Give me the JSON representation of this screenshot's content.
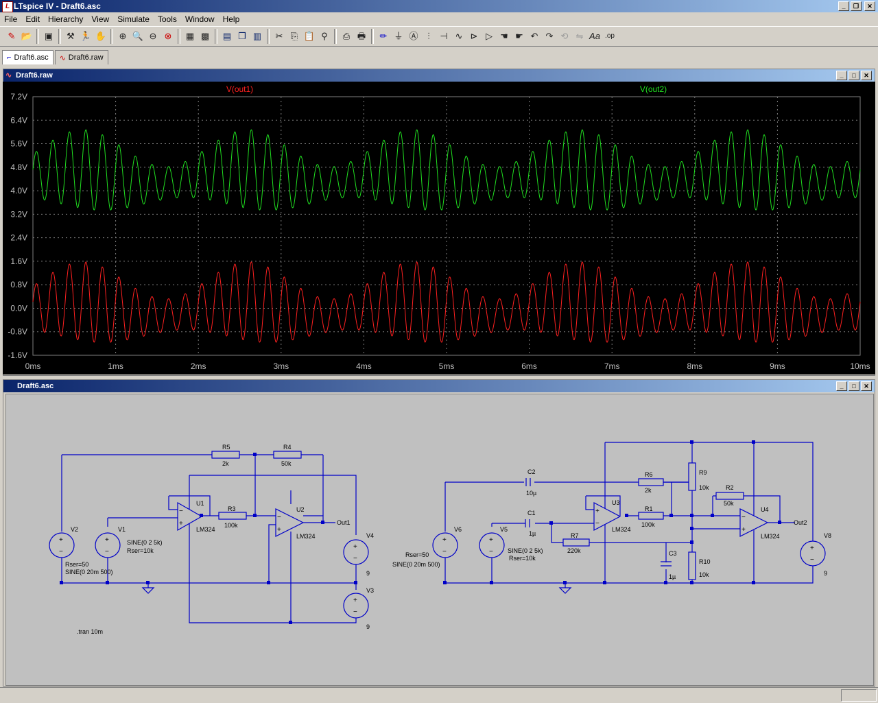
{
  "app": {
    "title": "LTspice IV - Draft6.asc"
  },
  "menu": [
    "File",
    "Edit",
    "Hierarchy",
    "View",
    "Simulate",
    "Tools",
    "Window",
    "Help"
  ],
  "toolbar_icons": [
    "new-schematic-icon",
    "open-icon",
    "save-icon",
    "control-panel-icon",
    "run-icon",
    "pan-icon",
    "zoom-in-icon",
    "zoom-rect-icon",
    "zoom-out-icon",
    "zoom-full-icon",
    "autoscale-icon",
    "grid-icon",
    "tile-horizontal-icon",
    "cascade-icon",
    "tile-icon",
    "cut-icon",
    "copy-icon",
    "paste-icon",
    "find-icon",
    "print-preview-icon",
    "print-icon",
    "wire-icon",
    "ground-icon",
    "label-icon",
    "resistor-icon",
    "capacitor-icon",
    "inductor-icon",
    "diode-icon",
    "component-icon",
    "move-icon",
    "drag-icon",
    "undo-icon",
    "redo-icon",
    "rotate-icon",
    "mirror-icon",
    "text-icon",
    "spice-directive-icon"
  ],
  "tabs": [
    {
      "label": "Draft6.asc",
      "icon": "schematic-icon"
    },
    {
      "label": "Draft6.raw",
      "icon": "waveform-icon"
    }
  ],
  "plot_window": {
    "title": "Draft6.raw"
  },
  "schematic_window": {
    "title": "Draft6.asc"
  },
  "chart_data": {
    "type": "line",
    "background": "#000000",
    "grid": true,
    "xlabel": "",
    "ylabel": "",
    "xlim": [
      0,
      10
    ],
    "ylim": [
      -1.6,
      7.2
    ],
    "x_ticks": [
      "0ms",
      "1ms",
      "2ms",
      "3ms",
      "4ms",
      "5ms",
      "6ms",
      "7ms",
      "8ms",
      "9ms",
      "10ms"
    ],
    "y_ticks": [
      "7.2V",
      "6.4V",
      "5.6V",
      "4.8V",
      "4.0V",
      "3.2V",
      "2.4V",
      "1.6V",
      "0.8V",
      "0.0V",
      "-0.8V",
      "-1.6V"
    ],
    "series": [
      {
        "name": "V(out1)",
        "color": "#ff2020",
        "offset": 0.0,
        "amplitude": 0.95,
        "mod_amplitude": 0.4,
        "carrier_khz": 5,
        "mod_khz": 0.5
      },
      {
        "name": "V(out2)",
        "color": "#20e020",
        "offset": 4.5,
        "amplitude": 0.95,
        "mod_amplitude": 0.4,
        "carrier_khz": 5,
        "mod_khz": 0.5
      }
    ]
  },
  "schematic": {
    "labels": {
      "R5": "R5",
      "R5v": "2k",
      "R4": "R4",
      "R4v": "50k",
      "R3": "R3",
      "R3v": "100k",
      "U1": "U1",
      "U1m": "LM324",
      "U2": "U2",
      "U2m": "LM324",
      "V1": "V1",
      "V1s": "SINE(0 2 5k)",
      "V1r": "Rser=10k",
      "V2": "V2",
      "V2r": "Rser=50",
      "V2s": "SINE(0 20m 500)",
      "V3": "V3",
      "V3v": "9",
      "V4": "V4",
      "V4v": "9",
      "Out1": "Out1",
      "tran": ".tran 10m",
      "C2": "C2",
      "C2v": "10µ",
      "C1": "C1",
      "C1v": "1µ",
      "R6": "R6",
      "R6v": "2k",
      "R1": "R1",
      "R1v": "100k",
      "R7": "R7",
      "R7v": "220k",
      "C3": "C3",
      "C3v": "1µ",
      "R9": "R9",
      "R9v": "10k",
      "R10": "R10",
      "R10v": "10k",
      "R2": "R2",
      "R2v": "50k",
      "U3": "U3",
      "U3m": "LM324",
      "U4": "U4",
      "U4m": "LM324",
      "V5": "V5",
      "V5s": "SINE(0 2 5k)",
      "V5r": "Rser=10k",
      "V6": "V6",
      "V6r": "Rser=50",
      "V6s": "SINE(0 20m 500)",
      "V8": "V8",
      "V8v": "9",
      "Out2": "Out2"
    }
  }
}
